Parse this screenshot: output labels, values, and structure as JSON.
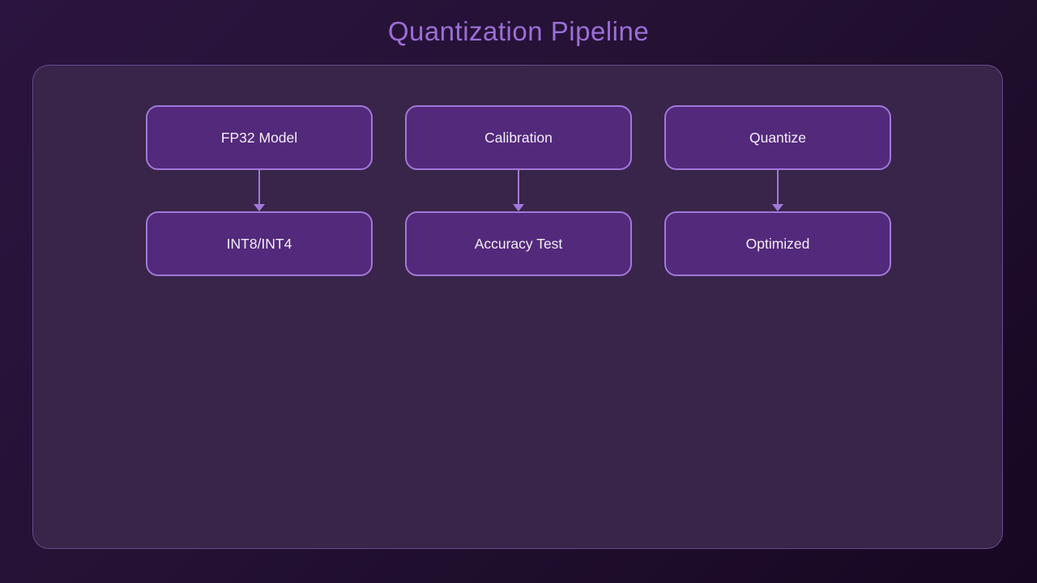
{
  "title": "Quantization Pipeline",
  "colors": {
    "background_top": "#2b1540",
    "background_bottom": "#170722",
    "canvas_fill": "#382549",
    "canvas_border": "#8c69be",
    "node_fill": "#53297b",
    "node_border": "#a178d9",
    "arrow": "#a178d9",
    "title_text": "#9c6ed6",
    "node_text": "#f2eef6"
  },
  "pipeline": {
    "columns": [
      {
        "top": "FP32 Model",
        "bottom": "INT8/INT4"
      },
      {
        "top": "Calibration",
        "bottom": "Accuracy Test"
      },
      {
        "top": "Quantize",
        "bottom": "Optimized"
      }
    ],
    "edges": [
      {
        "from": "FP32 Model",
        "to": "INT8/INT4"
      },
      {
        "from": "Calibration",
        "to": "Accuracy Test"
      },
      {
        "from": "Quantize",
        "to": "Optimized"
      }
    ]
  }
}
